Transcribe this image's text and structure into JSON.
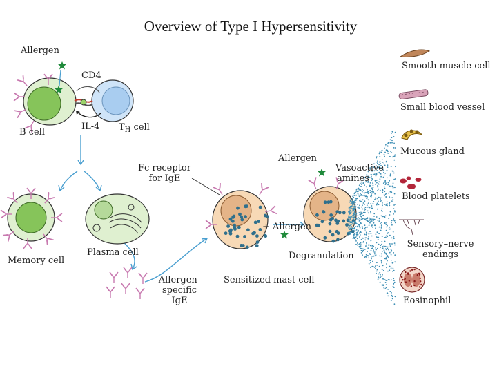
{
  "title": "Overview of Type I Hypersensitivity",
  "labels": {
    "allergen_top": "Allergen",
    "cd4": "CD4",
    "il4": "IL-4",
    "b_cell": "B cell",
    "th_cell_main": "T",
    "th_cell_sub": "H",
    "th_cell_rest": " cell",
    "memory_cell": "Memory cell",
    "plasma_cell": "Plasma cell",
    "fc_receptor_1": "Fc receptor",
    "fc_receptor_2": "for IgE",
    "allergen_specific_1": "Allergen-",
    "allergen_specific_2": "specific",
    "allergen_specific_3": "IgE",
    "sensitized_mast_cell": "Sensitized mast cell",
    "plus_allergen": "+ Allergen",
    "allergen_mast": "Allergen",
    "vasoactive_1": "Vasoactive",
    "vasoactive_2": "amines",
    "degranulation": "Degranulation"
  },
  "targets": [
    {
      "label": "Smooth muscle cell",
      "icon": "smooth-muscle-cell-icon"
    },
    {
      "label": "Small blood vessel",
      "icon": "small-blood-vessel-icon"
    },
    {
      "label": "Mucous gland",
      "icon": "mucous-gland-icon"
    },
    {
      "label": "Blood platelets",
      "icon": "blood-platelets-icon"
    },
    {
      "label": "Sensory–nerve\nendings",
      "label_1": "Sensory–nerve",
      "label_2": "endings",
      "icon": "sensory-nerve-icon"
    },
    {
      "label": "Eosinophil",
      "icon": "eosinophil-icon"
    }
  ],
  "colors": {
    "cell_fill": "#dff0d0",
    "nucleus": "#86c45a",
    "t_cell": "#cfe4f8",
    "t_nucleus": "#a9cdf0",
    "antibody": "#c87ab0",
    "arrow": "#4a9fd0",
    "mast_fill": "#f7d9b6",
    "mast_nucleus": "#e4b488",
    "granule": "#2f6f8c",
    "dots": "#3e8fb5",
    "allergen": "#1f8a3a"
  }
}
